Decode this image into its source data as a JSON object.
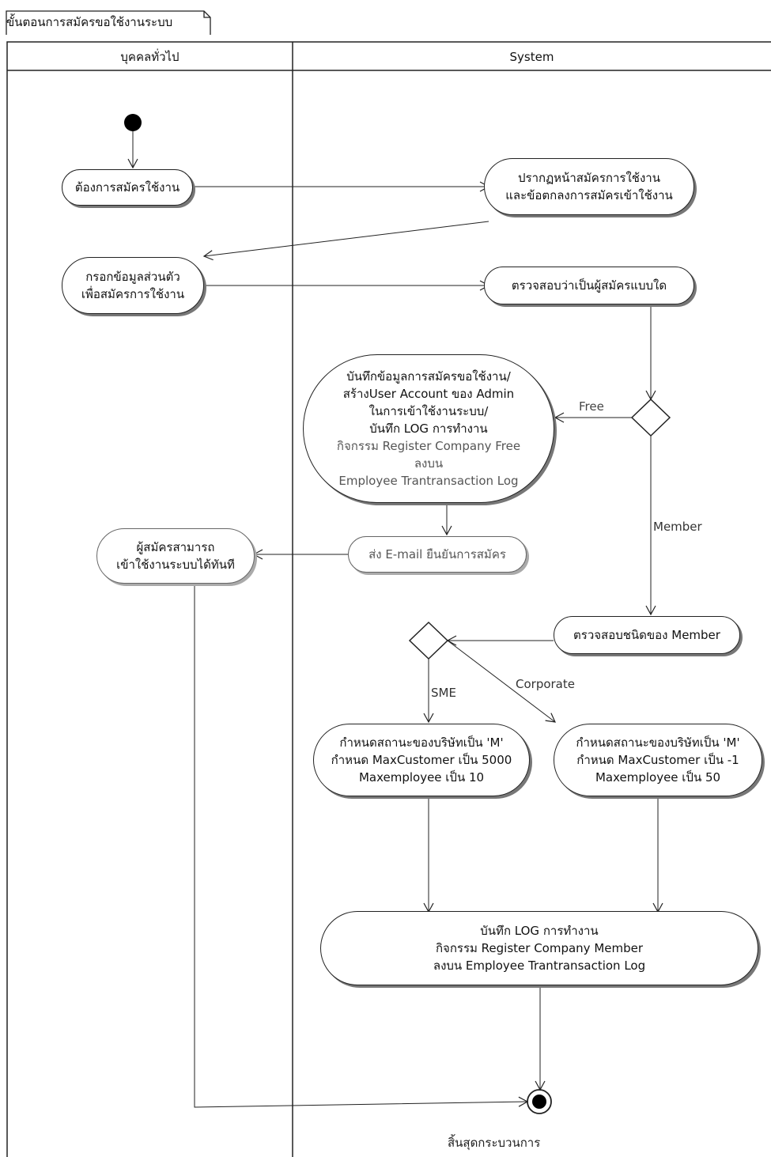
{
  "diagram": {
    "title": "ขั้นตอนการสมัครขอใช้งานระบบ",
    "lanes": [
      {
        "id": "public",
        "label": "บุคคลทั่วไป"
      },
      {
        "id": "system",
        "label": "System"
      }
    ],
    "activities": {
      "want_register": {
        "lane": "public",
        "lines": [
          "ต้องการสมัครใช้งาน"
        ]
      },
      "show_terms": {
        "lane": "system",
        "lines": [
          "ปรากฏหน้าสมัครการใช้งาน",
          "และข้อตกลงการสมัครเข้าใช้งาน"
        ]
      },
      "fill_info": {
        "lane": "public",
        "lines": [
          "กรอกข้อมูลส่วนตัว",
          "เพื่อสมัครการใช้งาน"
        ]
      },
      "check_type": {
        "lane": "system",
        "lines": [
          "ตรวจสอบว่าเป็นผู้สมัครแบบใด"
        ]
      },
      "save_free": {
        "lane": "system",
        "lines": [
          "บันทึกข้อมูลการสมัครขอใช้งาน/",
          "สร้างUser Account ของ Admin",
          "ในการเข้าใช้งานระบบ/",
          "บันทึก LOG การทำงาน",
          "กิจกรรม Register Company Free",
          "ลงบน",
          "Employee Trantransaction Log"
        ]
      },
      "send_email": {
        "lane": "system",
        "lines": [
          "ส่ง E-mail ยืนยันการสมัคร"
        ]
      },
      "can_use": {
        "lane": "public",
        "lines": [
          "ผู้สมัครสามารถ",
          "เข้าใช้งานระบบได้ทันที"
        ]
      },
      "check_member": {
        "lane": "system",
        "lines": [
          "ตรวจสอบชนิดของ Member"
        ]
      },
      "set_sme": {
        "lane": "system",
        "lines": [
          "กำหนดสถานะของบริษัทเป็น 'M'",
          "กำหนด MaxCustomer เป็น  5000",
          "Maxemployee เป็น 10"
        ]
      },
      "set_corp": {
        "lane": "system",
        "lines": [
          "กำหนดสถานะของบริษัทเป็น 'M'",
          "กำหนด MaxCustomer เป็น  -1",
          "Maxemployee เป็น 50"
        ]
      },
      "save_member": {
        "lane": "system",
        "lines": [
          "บันทึก LOG การทำงาน",
          "กิจกรรม Register Company Member",
          "ลงบน Employee Trantransaction Log"
        ]
      }
    },
    "guards": {
      "free": "Free",
      "member": "Member",
      "sme": "SME",
      "corporate": "Corporate"
    },
    "final_label": "สิ้นสุดกระบวนการ"
  }
}
